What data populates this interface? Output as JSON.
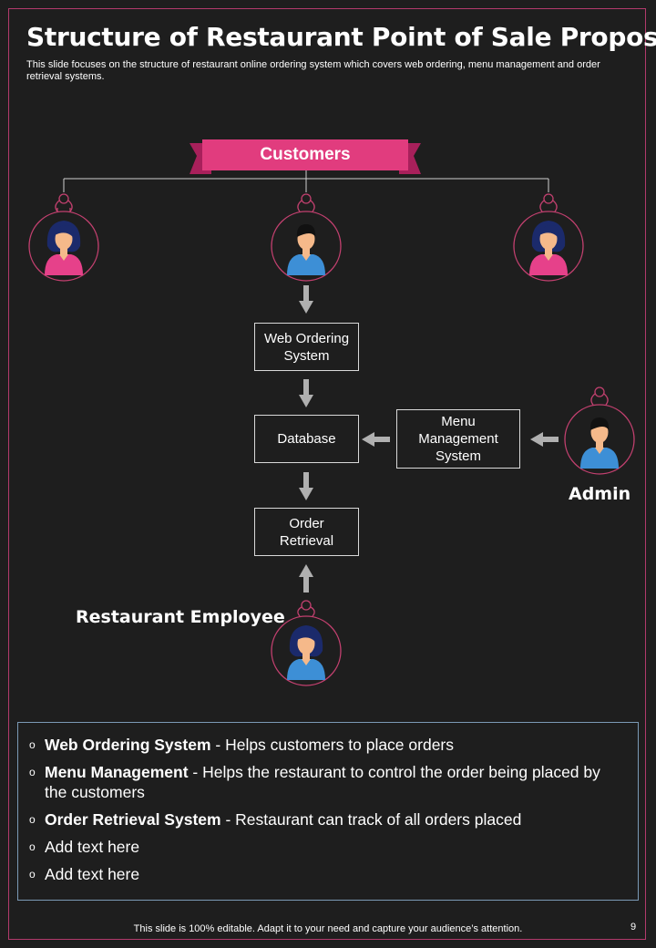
{
  "header": {
    "title": "Structure of Restaurant Point of Sale Proposal",
    "subtitle": "This slide focuses on the structure of restaurant online ordering system which covers web ordering, menu management and order retrieval systems."
  },
  "diagram": {
    "customers_label": "Customers",
    "boxes": {
      "web_ordering": "Web Ordering\nSystem",
      "database": "Database",
      "menu_management": "Menu\nManagement\nSystem",
      "order_retrieval": "Order\nRetrieval"
    },
    "admin_label": "Admin",
    "employee_label": "Restaurant  Employee",
    "icons": {
      "customer_female_1": "woman-avatar-icon",
      "customer_male": "man-avatar-icon",
      "customer_female_2": "woman-avatar-icon",
      "admin": "man-avatar-icon",
      "employee": "woman-avatar-icon"
    },
    "colors": {
      "accent": "#e13c7e",
      "ring": "#c2406f",
      "shirt_pink": "#e6418a",
      "shirt_blue": "#3d8fd6",
      "skin": "#f5b98a"
    }
  },
  "notes": {
    "items": [
      {
        "bold": "Web Ordering System",
        "text": " - Helps customers to place orders"
      },
      {
        "bold": "Menu Management",
        "text": " - Helps the restaurant to control the order being placed by the customers"
      },
      {
        "bold": "Order Retrieval System",
        "text": " - Restaurant can track of all orders placed"
      },
      {
        "bold": "",
        "text": "Add text here"
      },
      {
        "bold": "",
        "text": "Add text here"
      }
    ]
  },
  "footer": {
    "text": "This slide is 100% editable. Adapt it to your need and capture your audience’s attention.",
    "page": "9"
  }
}
